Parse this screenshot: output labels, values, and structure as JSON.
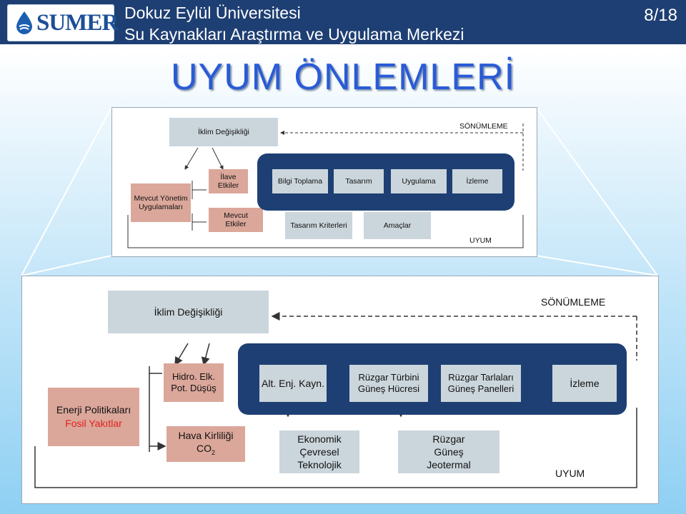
{
  "header": {
    "logo_text": "SUMER",
    "org_line1": "Dokuz Eylül Üniversitesi",
    "org_line2": "Su Kaynakları Araştırma ve Uygulama Merkezi",
    "page_number": "8/18"
  },
  "title": "UYUM ÖNLEMLERİ",
  "small_diagram": {
    "climate_change": "İklim Değişikliği",
    "mitigation": "SÖNÜMLEME",
    "additional_effects_line1": "İlave",
    "additional_effects_line2": "Etkiler",
    "current_management_line1": "Mevcut Yönetim",
    "current_management_line2": "Uygulamaları",
    "current_effects_line1": "Mevcut",
    "current_effects_line2": "Etkiler",
    "data_collection": "Bilgi Toplama",
    "design": "Tasarım",
    "implementation": "Uygulama",
    "monitoring": "İzleme",
    "design_criteria": "Tasarım Kriterleri",
    "objectives": "Amaçlar",
    "adaptation": "UYUM"
  },
  "big_diagram": {
    "climate_change": "İklim Değişikliği",
    "mitigation": "SÖNÜMLEME",
    "hydro_line1": "Hidro. Elk.",
    "hydro_line2": "Pot. Düşüş",
    "energy_policies": "Enerji Politikaları",
    "fossil_fuels": "Fosil Yakıtlar",
    "alt_energy": "Alt. Enj. Kayn.",
    "wind_solar_line1": "Rüzgar Türbini",
    "wind_solar_line2": "Güneş Hücresi",
    "farms_line1": "Rüzgar Tarlaları",
    "farms_line2": "Güneş Panelleri",
    "monitoring": "İzleme",
    "air_pollution": "Hava Kirliliği",
    "co2": "CO",
    "co2_sub": "2",
    "econ_line1": "Ekonomik",
    "econ_line2": "Çevresel",
    "econ_line3": "Teknolojik",
    "wind_line1": "Rüzgar",
    "wind_line2": "Güneş",
    "wind_line3": "Jeotermal",
    "adaptation": "UYUM"
  },
  "colors": {
    "header_bg": "#1e3f73",
    "title_blue": "#2a5bd6",
    "box_gray": "#cbd6dc",
    "box_salmon": "#dba79a",
    "fossil_red": "#e02020"
  }
}
